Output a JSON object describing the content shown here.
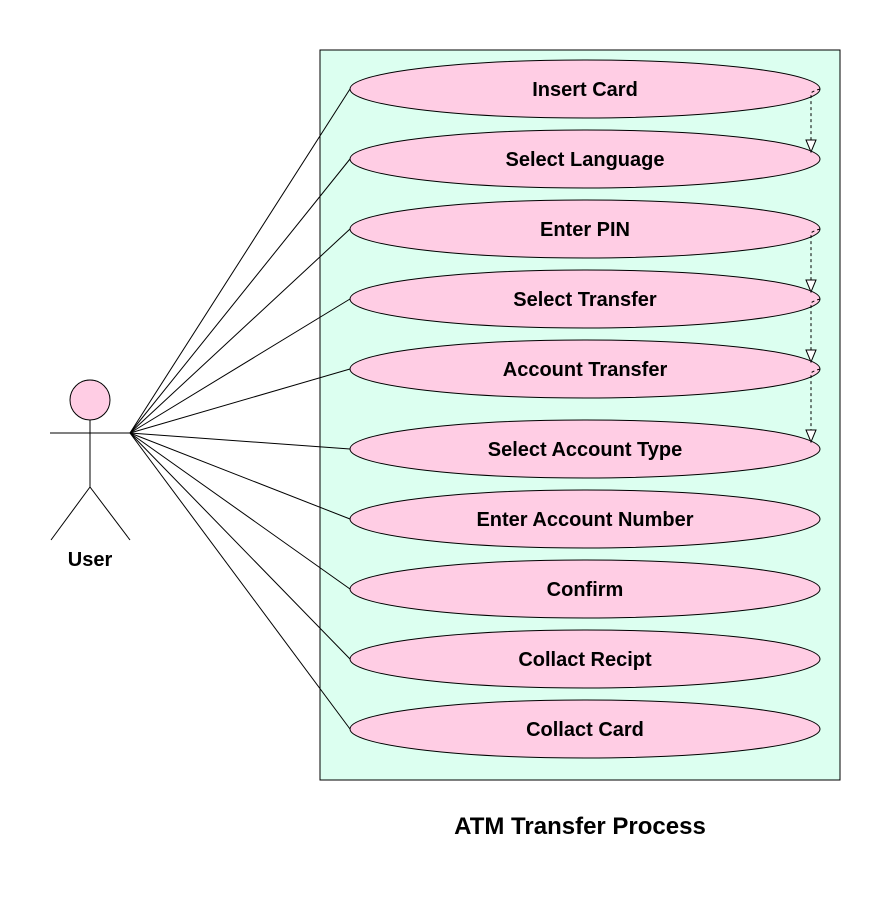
{
  "colors": {
    "system_fill": "#dcfff0",
    "usecase_fill": "#ffcde4",
    "actor_head_fill": "#ffcde4",
    "stroke": "#000000"
  },
  "actor": {
    "label": "User"
  },
  "system": {
    "title": "ATM Transfer Process"
  },
  "use_cases": [
    {
      "id": "insert-card",
      "label": "Insert Card"
    },
    {
      "id": "select-language",
      "label": "Select Language"
    },
    {
      "id": "enter-pin",
      "label": "Enter PIN"
    },
    {
      "id": "select-transfer",
      "label": "Select Transfer"
    },
    {
      "id": "account-transfer",
      "label": "Account Transfer"
    },
    {
      "id": "select-account-type",
      "label": "Select Account Type"
    },
    {
      "id": "enter-account-number",
      "label": "Enter Account Number"
    },
    {
      "id": "confirm",
      "label": "Confirm"
    },
    {
      "id": "collact-recipt",
      "label": "Collact Recipt"
    },
    {
      "id": "collact-card",
      "label": "Collact Card"
    }
  ],
  "dependencies": [
    {
      "from": "insert-card",
      "to": "select-language"
    },
    {
      "from": "enter-pin",
      "to": "select-transfer"
    },
    {
      "from": "select-transfer",
      "to": "account-transfer"
    },
    {
      "from": "account-transfer",
      "to": "select-account-type"
    }
  ]
}
